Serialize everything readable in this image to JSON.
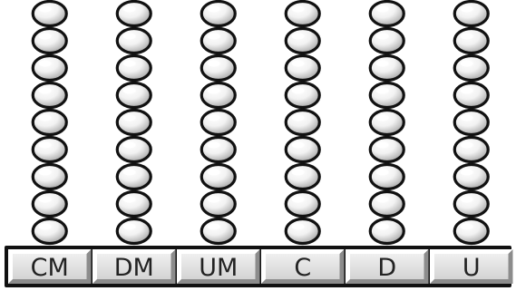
{
  "abacus": {
    "columns": [
      {
        "label": "CM",
        "beads": 9
      },
      {
        "label": "DM",
        "beads": 9
      },
      {
        "label": "UM",
        "beads": 9
      },
      {
        "label": "C",
        "beads": 9
      },
      {
        "label": "D",
        "beads": 9
      },
      {
        "label": "U",
        "beads": 9
      }
    ],
    "colors": {
      "bead_outline": "#111111",
      "bead_light": "#ffffff",
      "bead_shade": "#9a9a9a",
      "base_frame": "#111111",
      "base_fill": "#e6e6e6",
      "base_bevel_light": "#ffffff",
      "base_bevel_dark": "#8c8c8c"
    }
  }
}
